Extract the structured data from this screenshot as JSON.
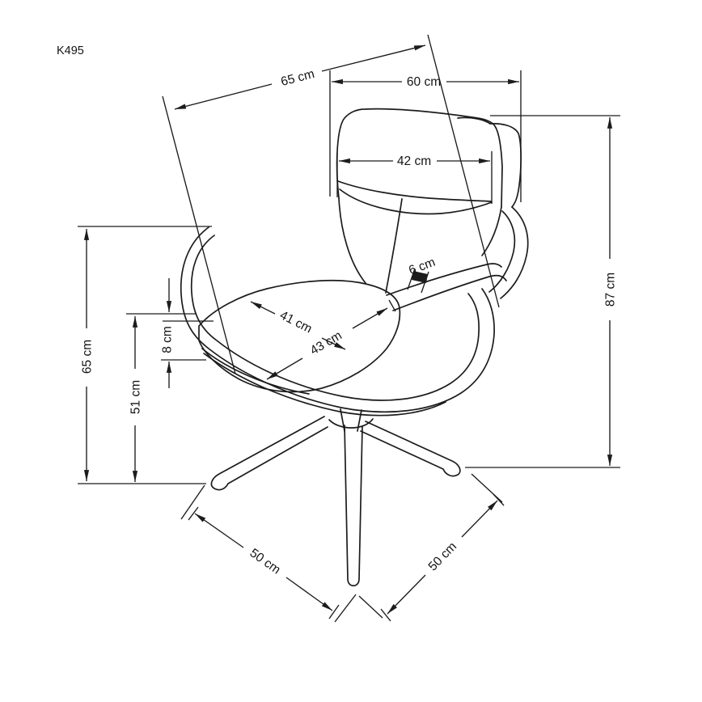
{
  "title": "K495 chair dimensional drawing",
  "colors": {
    "line": "#1c1c1c",
    "text": "#141414",
    "background": "#ffffff"
  },
  "labels": {
    "model": "K495",
    "depth_diagonal": "65 cm",
    "back_width": "60 cm",
    "headrest_width": "42 cm",
    "armrest_thickness": "6 cm",
    "seat_depth": "41 cm",
    "seat_width": "43 cm",
    "cushion_thickness": "8 cm",
    "seat_height": "51 cm",
    "arm_height": "65 cm",
    "total_height": "87 cm",
    "base_span_left": "50 cm",
    "base_span_right": "50 cm"
  }
}
